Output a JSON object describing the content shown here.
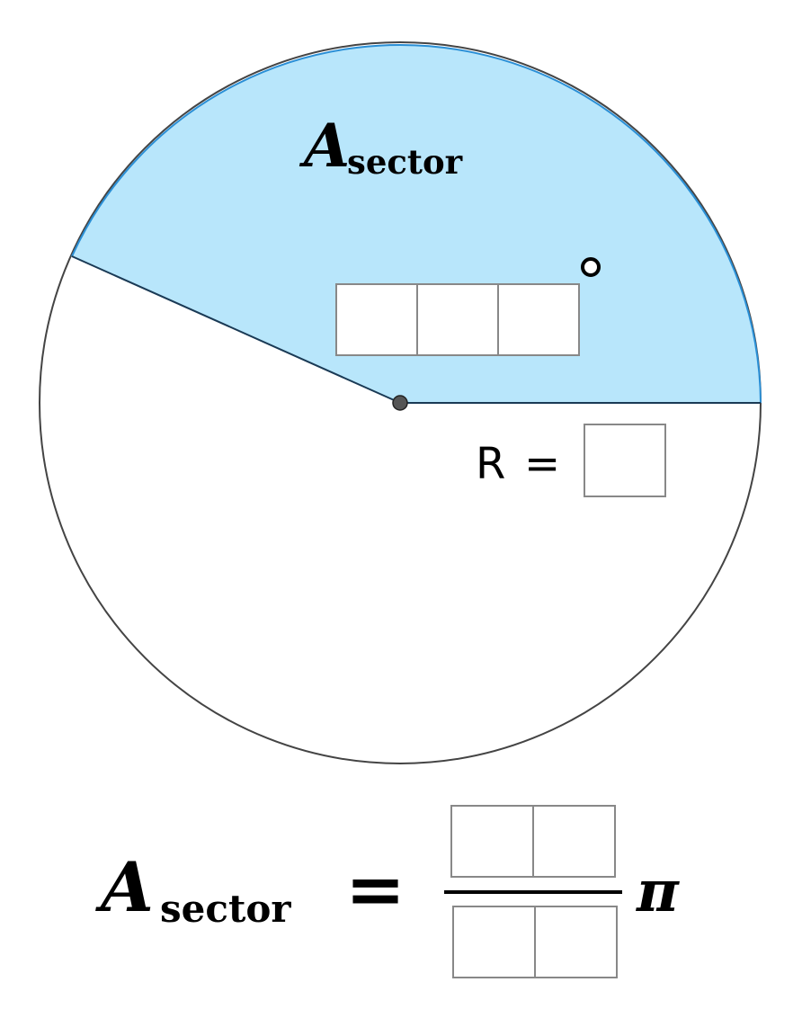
{
  "diagram": {
    "sector_label": {
      "main": "A",
      "subscript": "sector"
    },
    "radius_label": {
      "text": "R",
      "equals": "="
    },
    "angle_inputs": [
      "",
      "",
      ""
    ],
    "radius_input": "",
    "formula": {
      "lhs_main": "A",
      "lhs_subscript": "sector",
      "equals": "=",
      "numerator_inputs": [
        "",
        ""
      ],
      "denominator_inputs": [
        "",
        ""
      ],
      "pi": "π"
    },
    "colors": {
      "sector_fill": "#b8e6fb",
      "sector_edge": "#2a8fd6",
      "circle_stroke": "#444444",
      "radius_line": "#1a3a55",
      "center_point": "#555555"
    }
  }
}
